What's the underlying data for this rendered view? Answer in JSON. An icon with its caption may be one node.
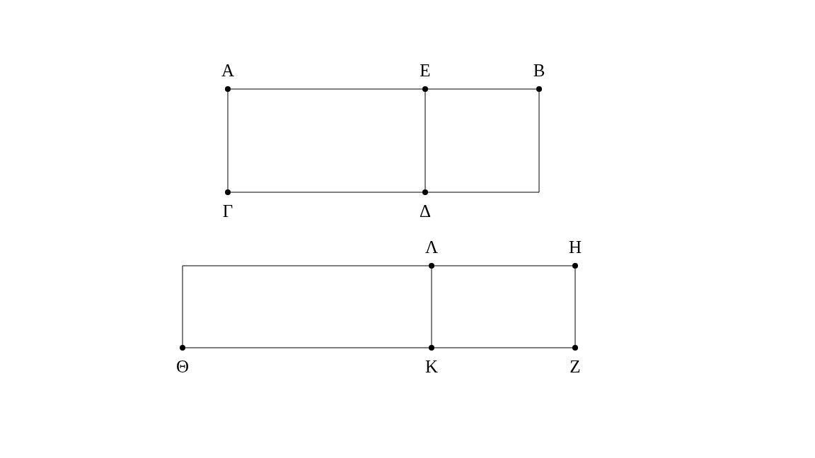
{
  "diagram": {
    "nodes": [
      {
        "text": [
          "Α"
        ]
      },
      {
        "text": [
          "Ε"
        ]
      },
      {
        "text": [
          "Β"
        ]
      },
      {
        "text": [
          "Γ"
        ]
      },
      {
        "text": [
          "Δ"
        ]
      },
      {
        "text": [
          "Λ"
        ]
      },
      {
        "text": [
          "Η"
        ]
      },
      {
        "text": [
          "Θ"
        ]
      },
      {
        "text": [
          "Κ"
        ]
      },
      {
        "text": [
          "Ζ"
        ]
      }
    ],
    "edges": [
      {
        "from": 0,
        "to": 1,
        "arrow": "none"
      },
      {
        "from": 1,
        "to": 2,
        "arrow": "none"
      },
      {
        "from": 0,
        "to": 3,
        "arrow": "none"
      },
      {
        "from": 3,
        "to": 4,
        "arrow": "none"
      },
      {
        "from": 1,
        "to": 4,
        "arrow": "none"
      },
      {
        "from": 2,
        "to": 4,
        "arrow": "none"
      },
      {
        "from": 5,
        "to": 6,
        "arrow": "none"
      },
      {
        "from": 5,
        "to": 8,
        "arrow": "none"
      },
      {
        "from": 6,
        "to": 9,
        "arrow": "none"
      },
      {
        "from": 7,
        "to": 8,
        "arrow": "none"
      },
      {
        "from": 8,
        "to": 9,
        "arrow": "none"
      },
      {
        "from": 7,
        "to": 5,
        "arrow": "none"
      }
    ]
  }
}
